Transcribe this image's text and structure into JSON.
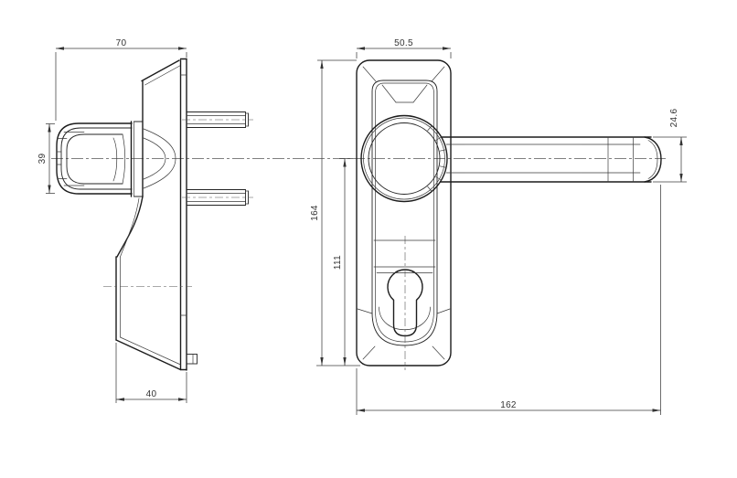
{
  "drawing": {
    "background_color": "#ffffff",
    "outline_color": "#1c1c1c",
    "dimension_color": "#3c3c3c",
    "views": 2,
    "dimensions": {
      "side_overall_depth": "70",
      "grip_height": "39",
      "plate_base_depth": "40",
      "plate_width": "50.5",
      "plate_height": "164",
      "cylinder_axis_to_plate_bottom": "111",
      "overall_length": "162",
      "lever_section_height": "24.6"
    }
  }
}
